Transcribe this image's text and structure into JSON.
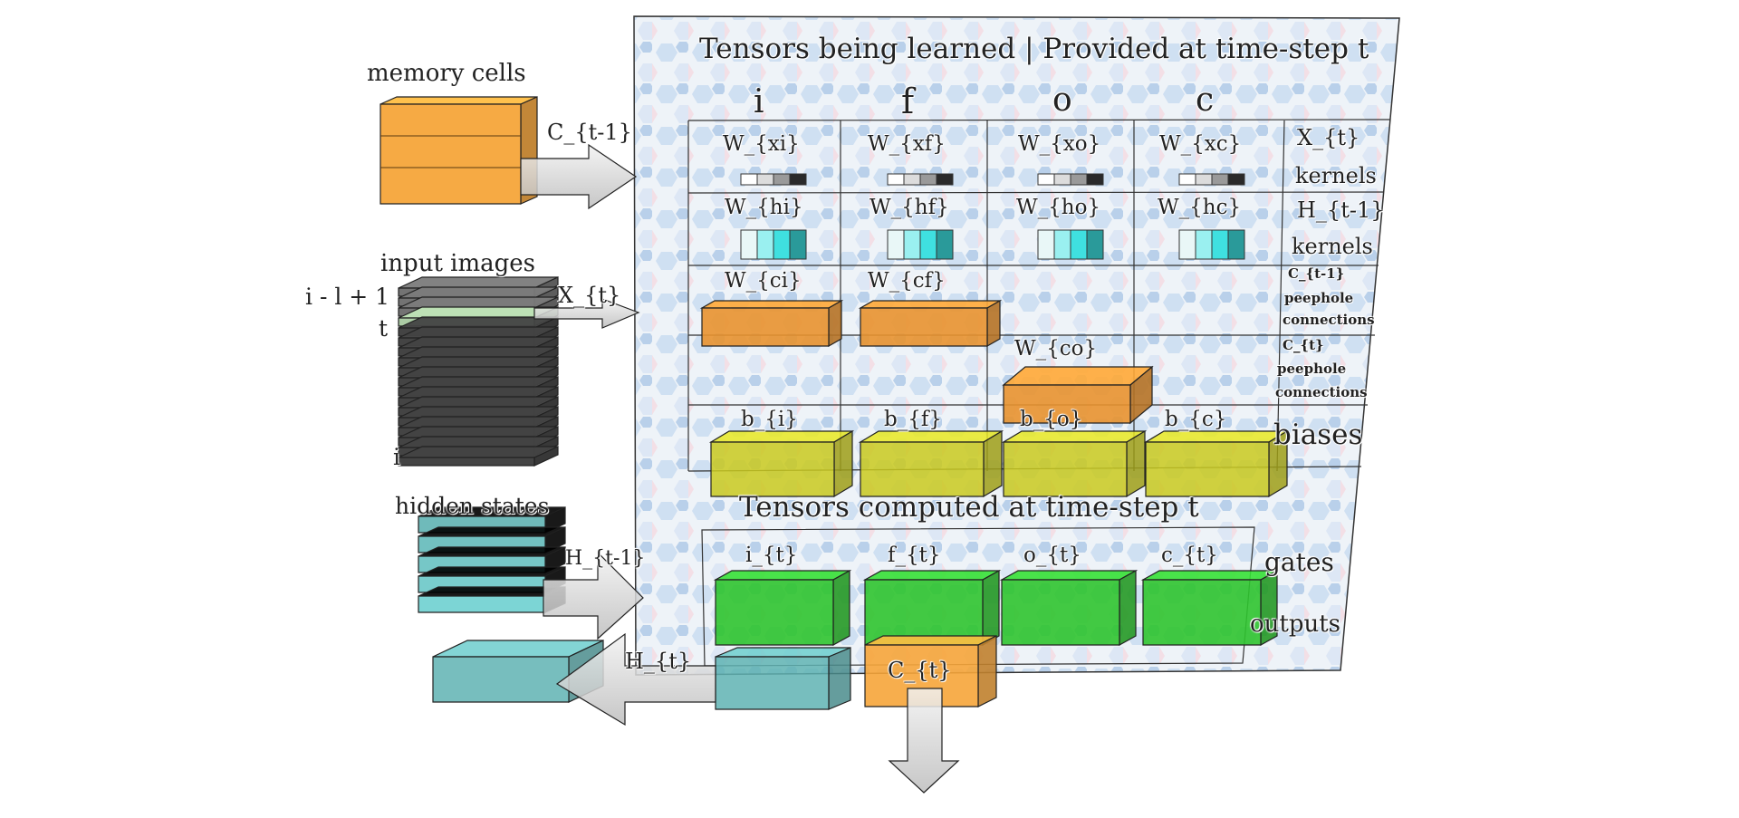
{
  "panel_title": "Tensors being learned | Provided at time-step t",
  "columns": [
    "i",
    "f",
    "o",
    "c"
  ],
  "row_labels": {
    "x_kernels": [
      "X_{t}",
      "kernels"
    ],
    "h_kernels": [
      "H_{t-1}",
      "kernels"
    ],
    "c_prev_peephole": [
      "C_{t-1}",
      "peephole",
      "connections"
    ],
    "c_peephole": [
      "C_{t}",
      "peephole",
      "connections"
    ],
    "biases": "biases"
  },
  "x_kernels": [
    "W_{xi}",
    "W_{xf}",
    "W_{xo}",
    "W_{xc}"
  ],
  "h_kernels": [
    "W_{hi}",
    "W_{hf}",
    "W_{ho}",
    "W_{hc}"
  ],
  "peephole_prev": [
    "W_{ci}",
    "W_{cf}"
  ],
  "peephole_curr": "W_{co}",
  "biases": [
    "b_{i}",
    "b_{f}",
    "b_{o}",
    "b_{c}"
  ],
  "computed_title": "Tensors computed at time-step t",
  "gates": [
    "i_{t}",
    "f_{t}",
    "o_{t}",
    "c_{t}"
  ],
  "gates_label": "gates",
  "outputs_label": "outputs",
  "left": {
    "memory_cells": "memory cells",
    "c_prev_arrow": "C_{t-1}",
    "input_images": "input images",
    "stack_top": "i - l + 1",
    "stack_t": "t",
    "stack_i": "i",
    "x_arrow": "X_{t}",
    "hidden_states": "hidden states",
    "h_prev_arrow": "H_{t-1}",
    "h_arrow": "H_{t}",
    "c_out": "C_{t}"
  },
  "colors": {
    "memory": "#f6a53a",
    "peephole": "#e8922f",
    "bias": "#c9c91e",
    "gate": "#2fc42f",
    "hidden": "#5fb3b3",
    "image_stack": "#3a3a3a",
    "kernel_cyan": "#3fe0e0"
  }
}
